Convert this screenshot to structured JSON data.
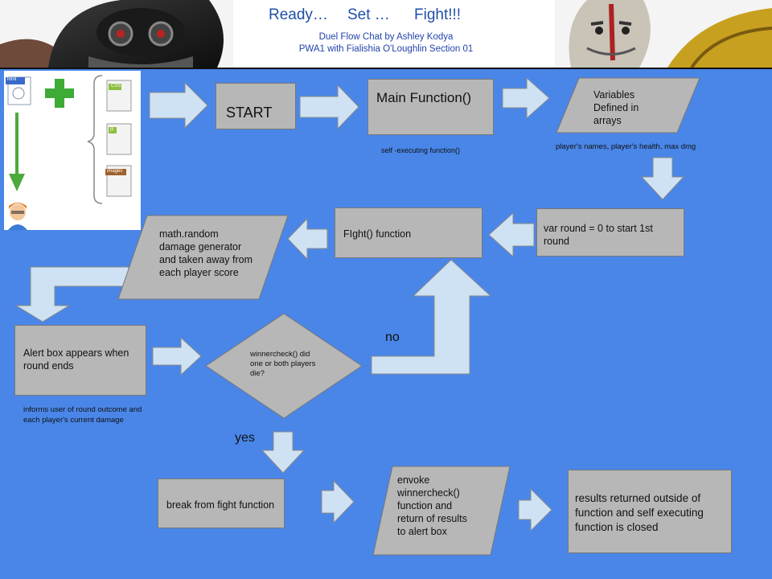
{
  "header": {
    "title_ready": "Ready…",
    "title_set": "Set …",
    "title_fight": "Fight!!!",
    "subtitle_line1": "Duel Flow Chat  by Ashley  Kodya",
    "subtitle_line2": "PWA1  with  Fialishia  O'Loughlin  Section  01"
  },
  "sidebar": {
    "html_badge": "html",
    "css_badge": "CSS",
    "js_badge": "js",
    "images_badge": "images"
  },
  "flow": {
    "start": "START",
    "main_function": "Main Function()",
    "main_function_note": "self -executing function()",
    "variables": "Variables Defined in arrays",
    "variables_note": "player's names, player's health, max dmg",
    "var_round": "var round = 0 to start 1st round",
    "fight_function": "FIght() function",
    "math_random": "math.random damage generator and taken away from each player score",
    "alert_box": "Alert box appears when round ends",
    "alert_note": "informs user of round  outcome and each  player's   current damage",
    "winnercheck": "winnercheck() did one or both players die?",
    "no_label": "no",
    "yes_label": "yes",
    "break_fight": "break from fight function",
    "envoke": "envoke winnercheck() function and return of results to alert box",
    "results": "results returned outside of function and self executing function is closed"
  }
}
